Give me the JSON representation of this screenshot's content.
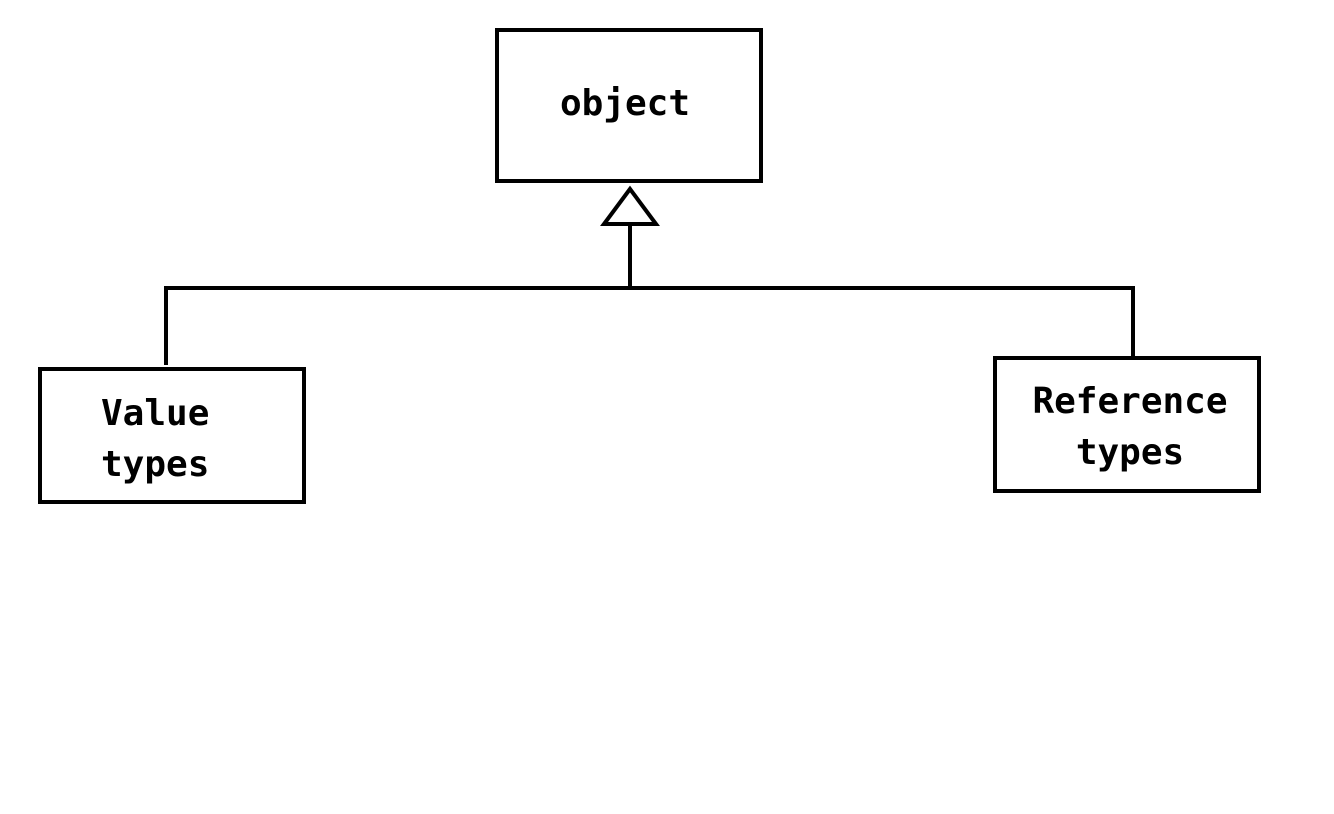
{
  "diagram": {
    "type": "class-hierarchy",
    "stroke_color": "#000000",
    "background_color": "#ffffff",
    "nodes": {
      "parent": {
        "label": "object"
      },
      "left_child": {
        "line1": "Value",
        "line2": "types"
      },
      "right_child": {
        "line1": "Reference",
        "line2": "types"
      }
    },
    "edges": [
      {
        "from": "Value types",
        "to": "object",
        "kind": "inheritance (hollow triangle arrow)"
      },
      {
        "from": "Reference types",
        "to": "object",
        "kind": "inheritance (hollow triangle arrow)"
      }
    ]
  }
}
